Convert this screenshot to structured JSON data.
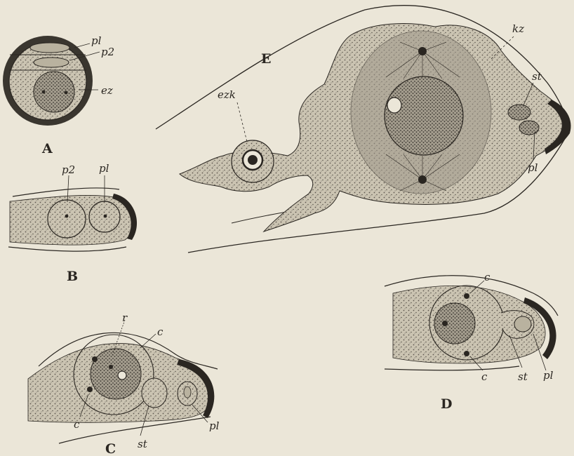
{
  "figures": [
    {
      "id": "A",
      "label": "A",
      "parts": [
        "pl",
        "p2",
        "ez"
      ]
    },
    {
      "id": "B",
      "label": "B",
      "parts": [
        "p2",
        "pl"
      ]
    },
    {
      "id": "C",
      "label": "C",
      "parts": [
        "r",
        "c",
        "c",
        "st",
        "pl"
      ]
    },
    {
      "id": "D",
      "label": "D",
      "parts": [
        "c",
        "c",
        "st",
        "pl"
      ]
    },
    {
      "id": "E",
      "label": "E",
      "parts": [
        "ezk",
        "kz",
        "st",
        "pl"
      ]
    }
  ],
  "labels": {
    "A": "A",
    "B": "B",
    "C": "C",
    "D": "D",
    "E": "E",
    "A_pl": "pl",
    "A_p2": "p2",
    "A_ez": "ez",
    "B_p2": "p2",
    "B_pl": "pl",
    "C_r": "r",
    "C_c1": "c",
    "C_c2": "c",
    "C_st": "st",
    "C_pl": "pl",
    "D_c1": "c",
    "D_c2": "c",
    "D_st": "st",
    "D_pl": "pl",
    "E_ezk": "ezk",
    "E_kz": "kz",
    "E_st": "st",
    "E_pl": "pl"
  },
  "colors": {
    "paper": "#ebe6d8",
    "ink": "#2a2621",
    "cytoplasm": "#c9c2b0",
    "nucleus": "#6f6a61"
  }
}
